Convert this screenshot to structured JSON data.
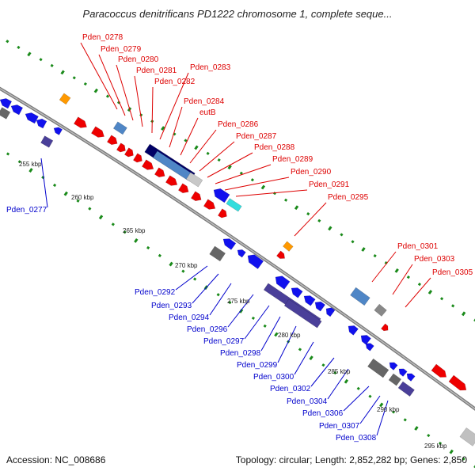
{
  "title": "Paracoccus denitrificans PD1222 chromosome 1, complete seque...",
  "footer": {
    "accession": "Accession: NC_008686",
    "stats": "Topology: circular; Length: 2,852,282 bp; Genes: 2,850"
  },
  "colors": {
    "forward_label": "#dd0000",
    "reverse_label": "#0000cc",
    "forward_cds": "#ee0000",
    "reverse_cds": "#1111ee",
    "gc_skew": "#1a8a1a",
    "backbone": "#888888"
  },
  "ticks": [
    {
      "text": "255 kbp"
    },
    {
      "text": "260 kbp"
    },
    {
      "text": "265 kbp"
    },
    {
      "text": "270 kbp"
    },
    {
      "text": "275 kbp"
    },
    {
      "text": "280 kbp"
    },
    {
      "text": "285 kbp"
    },
    {
      "text": "290 kbp"
    },
    {
      "text": "295 kbp"
    }
  ],
  "forward_labels": [
    "Pden_0278",
    "Pden_0279",
    "Pden_0280",
    "Pden_0281",
    "Pden_0282",
    "Pden_0283",
    "Pden_0284",
    "eutB",
    "Pden_0286",
    "Pden_0287",
    "Pden_0288",
    "Pden_0289",
    "Pden_0290",
    "Pden_0291",
    "Pden_0295",
    "Pden_0301",
    "Pden_0303",
    "Pden_0305"
  ],
  "reverse_labels": [
    "Pden_0277",
    "Pden_0292",
    "Pden_0293",
    "Pden_0294",
    "Pden_0296",
    "Pden_0297",
    "Pden_0298",
    "Pden_0299",
    "Pden_0300",
    "Pden_0302",
    "Pden_0304",
    "Pden_0306",
    "Pden_0307",
    "Pden_0308"
  ]
}
